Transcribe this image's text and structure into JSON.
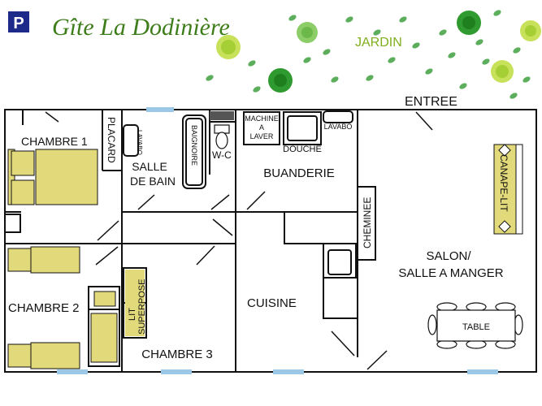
{
  "header": {
    "parking_sign": "P",
    "title": "Gîte La Dodinière",
    "garden_label": "JARDIN"
  },
  "rooms": {
    "entree": "ENTREE",
    "chambre1": "CHAMBRE 1",
    "placard": "PLACARD",
    "lavabo_bath": "LAVABO",
    "salle_de_bain_line1": "SALLE",
    "salle_de_bain_line2": "DE BAIN",
    "baignoire": "BAIGNOIRE",
    "wc": "W-C",
    "machine_line1": "MACHINE",
    "machine_line2": "A",
    "machine_line3": "LAVER",
    "douche": "DOUCHE",
    "lavabo_buanderie": "LAVABO",
    "buanderie": "BUANDERIE",
    "canape_lit": "CANAPE-LIT",
    "cheminee": "CHEMINEE",
    "salon_line1": "SALON/",
    "salon_line2": "SALLE A MANGER",
    "chambre2": "CHAMBRE 2",
    "lit_superpose_line1": "LIT",
    "lit_superpose_line2": "SUPERPOSE",
    "cuisine": "CUISINE",
    "table": "TABLE",
    "chambre3": "CHAMBRE 3"
  },
  "colors": {
    "wall": "#111111",
    "bed": "#e2d97a",
    "window": "#9cc8e8",
    "title": "#3d7d1a",
    "garden_text": "#7fae1c",
    "leaf": "#5cae5c"
  }
}
